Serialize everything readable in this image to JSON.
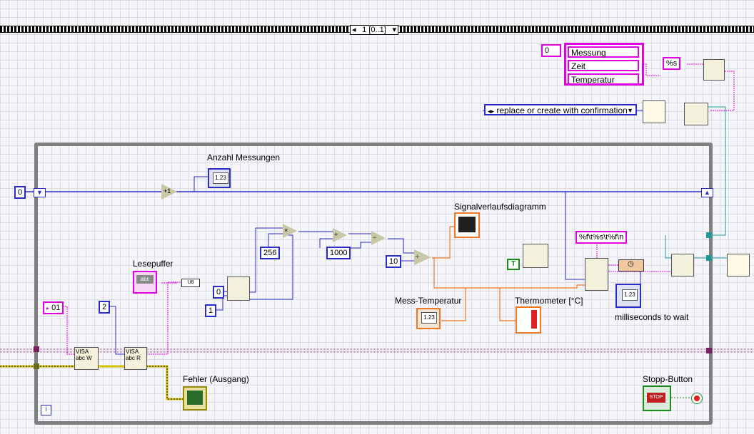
{
  "sequence": {
    "selector_label": "1 [0..1]"
  },
  "constants": {
    "loop_init": "0",
    "visa_id": "01",
    "read_count": "2",
    "index_zero": "0",
    "index_one": "1",
    "c256": "256",
    "c1000": "1000",
    "c10": "10",
    "array_index": "0",
    "format_string": "%f\\t%s\\t%f\\n",
    "true_const": "T",
    "percent_s": "%s"
  },
  "header_array": [
    "Messung",
    "Zeit",
    "Temperatur"
  ],
  "file_open_mode": "replace or create with confirmation",
  "labels": {
    "anzahl_messungen": "Anzahl Messungen",
    "lesepuffer": "Lesepuffer",
    "signalverlaufsdiagramm": "Signalverlaufsdiagramm",
    "mess_temperatur": "Mess-Temperatur",
    "thermometer": "Thermometer [°C]",
    "ms_to_wait": "milliseconds to wait",
    "fehler": "Fehler (Ausgang)",
    "stopp_button": "Stopp-Button"
  },
  "terminals": {
    "i32_display": "1.23",
    "ext_display": "1.23",
    "u32_display": "1.23",
    "abc_text": "abc",
    "u8": "U8",
    "stop_text": "STOP",
    "iteration": "i"
  },
  "colors": {
    "numeric_wire": "#2b2bc8",
    "string_wire": "#e000e0",
    "double_wire": "#f07820",
    "path_wire": "#1a9a9a",
    "error_wire": "#d2c200",
    "loop_border": "#7f7f7f"
  }
}
